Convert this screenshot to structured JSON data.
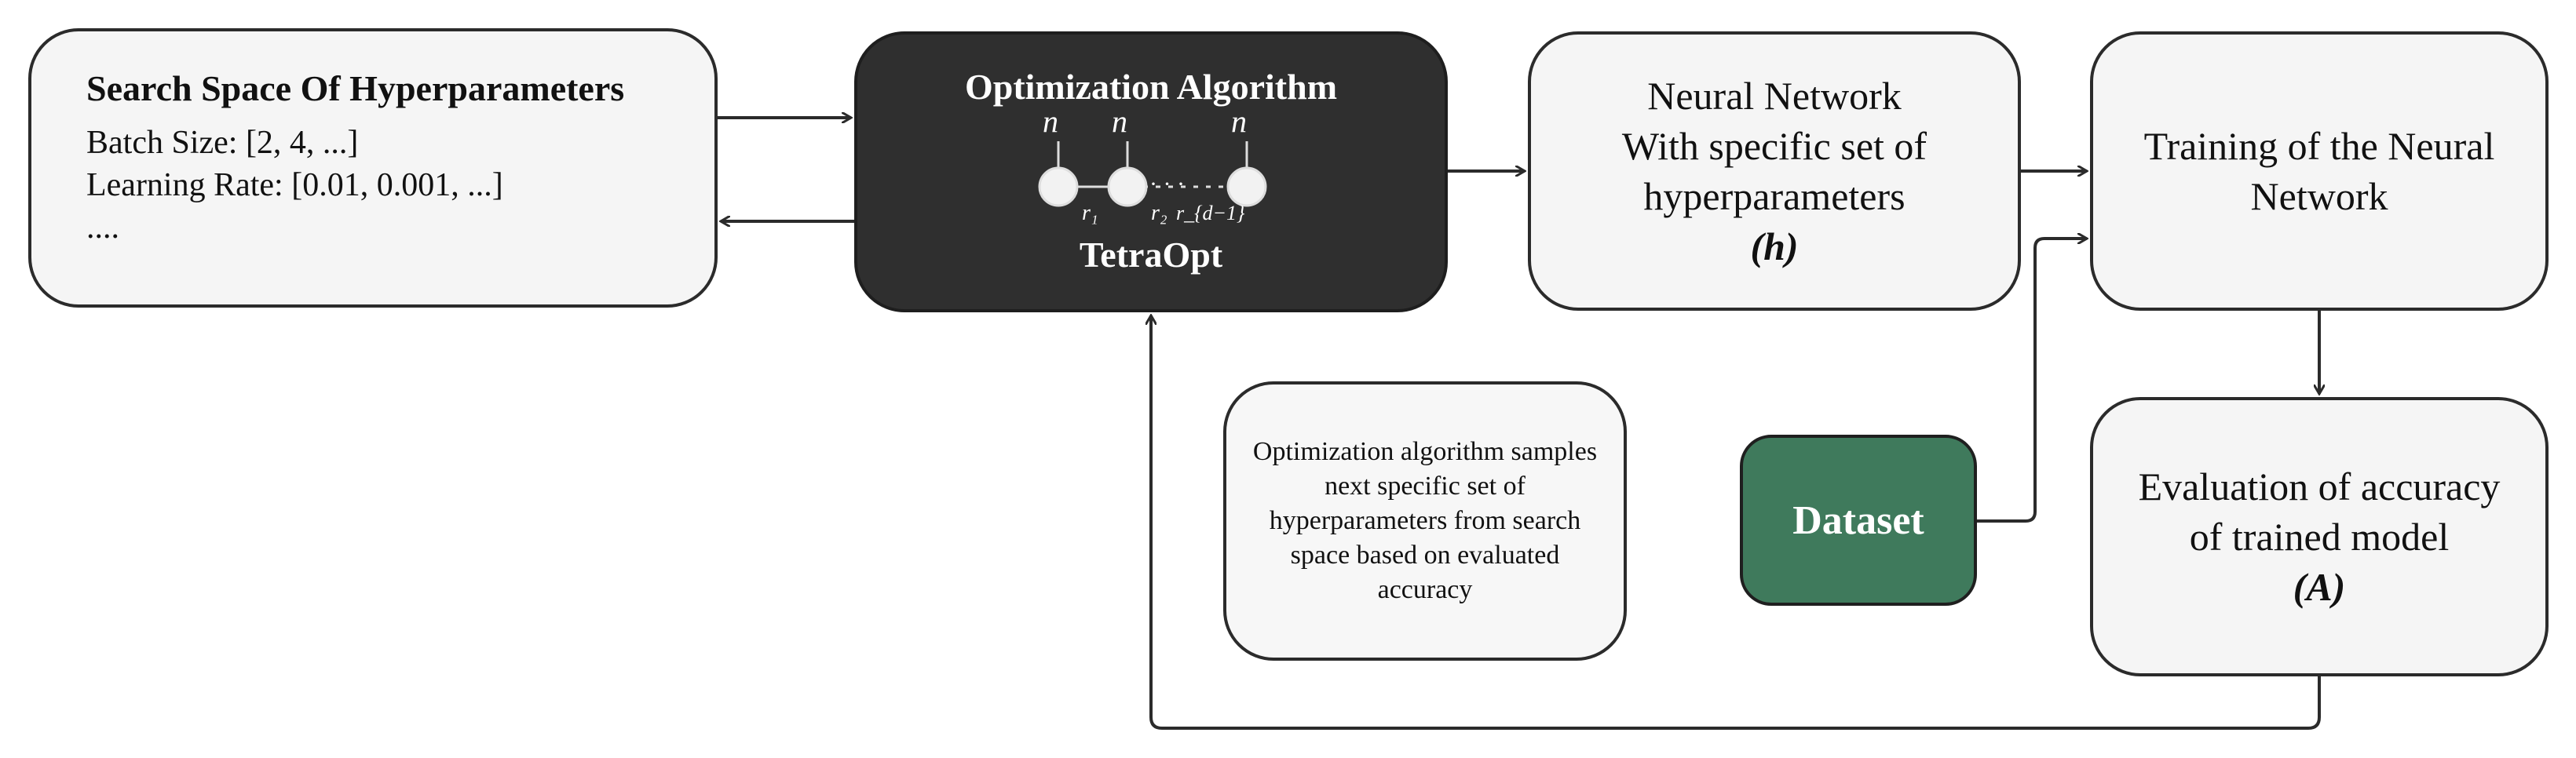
{
  "search_space": {
    "title": "Search Space Of Hyperparameters",
    "lines": [
      "Batch Size: [2, 4, ...]",
      "Learning Rate: [0.01, 0.001, ...]",
      "...."
    ]
  },
  "optimization": {
    "title": "Optimization Algorithm",
    "subtitle": "TetraOpt",
    "tensor_labels": {
      "n1": "n",
      "n2": "n",
      "n3": "n",
      "r1": "r₁",
      "r2": "r₂",
      "r3": "r_{d−1}",
      "dots": "· · ·"
    }
  },
  "neural_network": {
    "line1": "Neural Network",
    "line2": "With specific set of",
    "line3": "hyperparameters",
    "symbol": "(h)"
  },
  "training": {
    "line1": "Training of the Neural",
    "line2": "Network"
  },
  "evaluation": {
    "line1": "Evaluation of accuracy",
    "line2": "of trained model",
    "symbol": "(A)"
  },
  "note": {
    "text": "Optimization algorithm samples next specific set of hyperparameters from search space based on evaluated accuracy"
  },
  "dataset": {
    "label": "Dataset",
    "color": "#3f7a5c"
  },
  "colors": {
    "dark_box": "#2f2f2f",
    "light_box": "#f5f5f5",
    "stroke": "#2b2b2b"
  }
}
